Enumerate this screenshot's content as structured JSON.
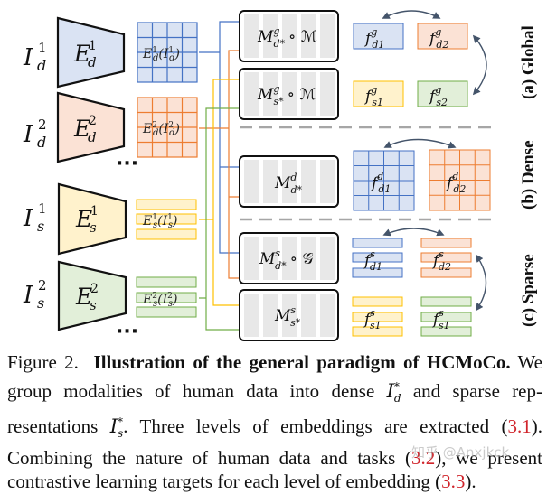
{
  "figure": {
    "inputs": [
      {
        "id": "Id1",
        "label": "I",
        "sub": "d",
        "sup": "1",
        "color": "#dae3f3"
      },
      {
        "id": "Id2",
        "label": "I",
        "sub": "d",
        "sup": "2",
        "color": "#fbe2d5"
      },
      {
        "id": "Is1",
        "label": "I",
        "sub": "s",
        "sup": "1",
        "color": "#fff2cc"
      },
      {
        "id": "Is2",
        "label": "I",
        "sub": "s",
        "sup": "2",
        "color": "#e2efd9"
      }
    ],
    "encoders": [
      {
        "label": "E",
        "sub": "d",
        "sup": "1"
      },
      {
        "label": "E",
        "sub": "d",
        "sup": "2"
      },
      {
        "label": "E",
        "sub": "s",
        "sup": "1"
      },
      {
        "label": "E",
        "sub": "s",
        "sup": "2"
      }
    ],
    "embeddings": [
      {
        "text": "E_d^1(I_d^1)",
        "type": "grid",
        "color": "#dae3f3",
        "stroke": "#4472c4"
      },
      {
        "text": "E_d^2(I_d^2)",
        "type": "grid",
        "color": "#fbe2d5",
        "stroke": "#ed7d31"
      },
      {
        "text": "E_s^1(I_s^1)",
        "type": "bars",
        "color": "#fff2cc",
        "stroke": "#ffc000"
      },
      {
        "text": "E_s^2(I_s^2)",
        "type": "bars",
        "color": "#e2efd9",
        "stroke": "#70ad47"
      }
    ],
    "ellipsis": "...",
    "modules": [
      {
        "label": "M",
        "sup": "g",
        "sub": "d*",
        "suffix": " ∘ ℳ"
      },
      {
        "label": "M",
        "sup": "g",
        "sub": "s*",
        "suffix": " ∘ ℳ"
      },
      {
        "label": "M",
        "sup": "d",
        "sub": "d*",
        "suffix": ""
      },
      {
        "label": "M",
        "sup": "s",
        "sub": "d*",
        "suffix": " ∘ 𝒢"
      },
      {
        "label": "M",
        "sup": "s",
        "sub": "s*",
        "suffix": ""
      }
    ],
    "features": {
      "global": [
        {
          "sup": "g",
          "sub": "d1",
          "color": "#dae3f3",
          "stroke": "#4472c4"
        },
        {
          "sup": "g",
          "sub": "d2",
          "color": "#fbe2d5",
          "stroke": "#ed7d31"
        },
        {
          "sup": "g",
          "sub": "s1",
          "color": "#fff2cc",
          "stroke": "#ffc000"
        },
        {
          "sup": "g",
          "sub": "s2",
          "color": "#e2efd9",
          "stroke": "#70ad47"
        }
      ],
      "dense": [
        {
          "sup": "d",
          "sub": "d1",
          "color": "#dae3f3",
          "stroke": "#4472c4"
        },
        {
          "sup": "d",
          "sub": "d2",
          "color": "#fbe2d5",
          "stroke": "#ed7d31"
        }
      ],
      "sparse": [
        {
          "sup": "s",
          "sub": "d1",
          "color": "#dae3f3",
          "stroke": "#4472c4"
        },
        {
          "sup": "s",
          "sub": "d2",
          "color": "#fbe2d5",
          "stroke": "#ed7d31"
        },
        {
          "sup": "s",
          "sub": "s1",
          "color": "#fff2cc",
          "stroke": "#ffc000"
        },
        {
          "sup": "s",
          "sub": "s1",
          "color": "#e2efd9",
          "stroke": "#70ad47"
        }
      ]
    },
    "section_labels": [
      "(a) Global",
      "(b) Dense",
      "(c) Sparse"
    ],
    "colors": {
      "blue": "#4472c4",
      "orange": "#ed7d31",
      "yellow": "#ffc000",
      "green": "#70ad47",
      "arrow": "#44546a",
      "dash": "#a6a6a6"
    }
  },
  "caption": {
    "prefix": "Figure 2.",
    "title": "Illustration of the general paradigm of HCMoCo.",
    "line2_a": "We group modalities of human data into dense ",
    "line2_b": " and sparse rep-",
    "line3_a": "resentations ",
    "line3_b": ". Three levels of embeddings are extracted (",
    "ref1": "3.1",
    "line3_c": ").",
    "line4_a": "Combining the nature of human data and tasks (",
    "ref2": "3.2",
    "line4_b": "), we present",
    "line5_a": "contrastive learning targets for each level of embedding (",
    "ref3": "3.3",
    "line5_b": ")."
  },
  "watermark": "知乎 @Anxjkck"
}
